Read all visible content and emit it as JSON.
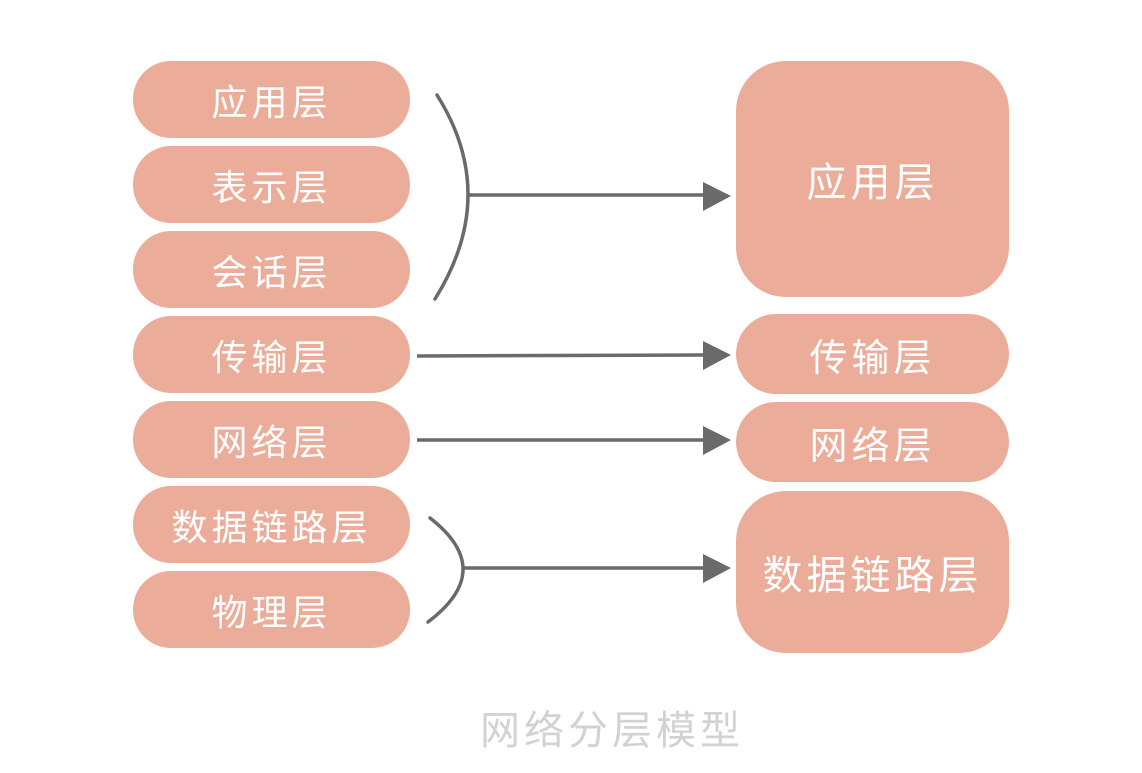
{
  "diagram": {
    "caption": "网络分层模型",
    "colors": {
      "box_fill": "#EBAC99",
      "box_text": "#FFFFFF",
      "connector": "#6A6A6A",
      "caption_text": "#D2D2D2"
    },
    "left_column": {
      "title": "OSI seven layers (implicit)",
      "items": [
        {
          "label": "应用层"
        },
        {
          "label": "表示层"
        },
        {
          "label": "会话层"
        },
        {
          "label": "传输层"
        },
        {
          "label": "网络层"
        },
        {
          "label": "数据链路层"
        },
        {
          "label": "物理层"
        }
      ]
    },
    "right_column": {
      "title": "Simplified layers (implicit)",
      "items": [
        {
          "label": "应用层"
        },
        {
          "label": "传输层"
        },
        {
          "label": "网络层"
        },
        {
          "label": "数据链路层"
        }
      ]
    },
    "mappings": [
      {
        "from": [
          "应用层",
          "表示层",
          "会话层"
        ],
        "to": "应用层",
        "grouped_with_brace": true
      },
      {
        "from": [
          "传输层"
        ],
        "to": "传输层",
        "grouped_with_brace": false
      },
      {
        "from": [
          "网络层"
        ],
        "to": "网络层",
        "grouped_with_brace": false
      },
      {
        "from": [
          "数据链路层",
          "物理层"
        ],
        "to": "数据链路层",
        "grouped_with_brace": true
      }
    ]
  }
}
